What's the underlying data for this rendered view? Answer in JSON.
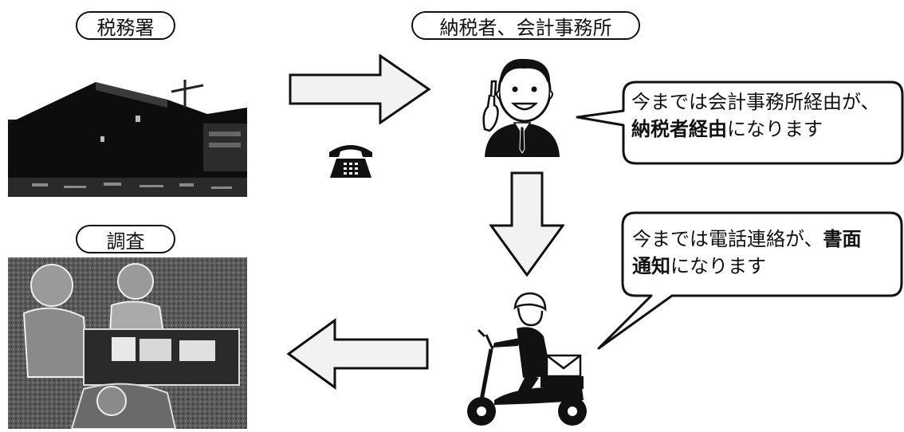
{
  "labels": {
    "tax_office": "税務署",
    "taxpayer_accountant": "納税者、会計事務所",
    "investigation": "調査"
  },
  "bubble_top": {
    "line1": "今までは会計事務所経由が、",
    "line2_bold": "納税者経由",
    "line2_rest": "になります"
  },
  "bubble_bottom": {
    "line1_normal": "今までは電話連絡が、",
    "line1_bold": "書面",
    "line2_bold": "通知",
    "line2_rest": "になります"
  },
  "icons": [
    "tax-office-photo",
    "phone-icon",
    "businessman-icon",
    "scooter-courier-icon",
    "envelope-icon",
    "investigation-photo"
  ],
  "colors": {
    "ink": "#111111",
    "arrow_fill": "#f2f2f2"
  }
}
